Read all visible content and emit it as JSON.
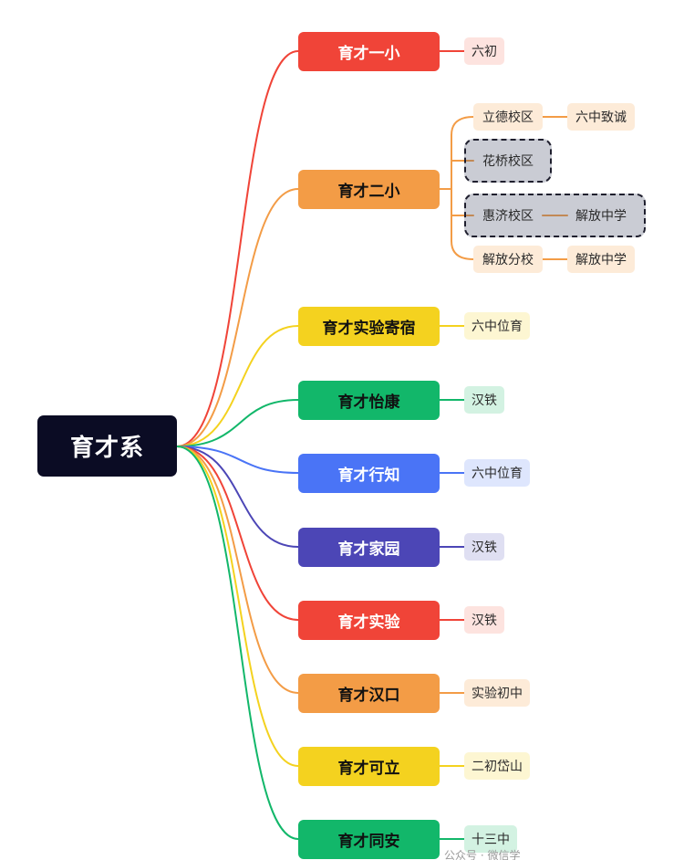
{
  "root": {
    "label": "育才系"
  },
  "branches": [
    {
      "label": "育才一小",
      "color": "#f04438",
      "leaf_bg": "#fde3df",
      "text": "#ffffff",
      "leaves": [
        {
          "label": "六初"
        }
      ]
    },
    {
      "label": "育才二小",
      "color": "#f39c46",
      "leaf_bg": "#fdebd8",
      "text": "#111111",
      "leaves": [
        {
          "label": "立德校区",
          "child": "六中致诚"
        },
        {
          "label": "花桥校区",
          "highlighted": true
        },
        {
          "label": "惠济校区",
          "child": "解放中学",
          "highlighted": true
        },
        {
          "label": "解放分校",
          "child": "解放中学"
        }
      ]
    },
    {
      "label": "育才实验寄宿",
      "color": "#f4d21f",
      "leaf_bg": "#fdf6d2",
      "text": "#111111",
      "leaves": [
        {
          "label": "六中位育"
        }
      ]
    },
    {
      "label": "育才怡康",
      "color": "#12b76a",
      "leaf_bg": "#d3f2e2",
      "text": "#111111",
      "leaves": [
        {
          "label": "汉铁"
        }
      ]
    },
    {
      "label": "育才行知",
      "color": "#4a74f6",
      "leaf_bg": "#dee6fd",
      "text": "#ffffff",
      "leaves": [
        {
          "label": "六中位育"
        }
      ]
    },
    {
      "label": "育才家园",
      "color": "#4c46b6",
      "leaf_bg": "#dfdff2",
      "text": "#ffffff",
      "leaves": [
        {
          "label": "汉铁"
        }
      ]
    },
    {
      "label": "育才实验",
      "color": "#f04438",
      "leaf_bg": "#fde3df",
      "text": "#ffffff",
      "leaves": [
        {
          "label": "汉铁"
        }
      ]
    },
    {
      "label": "育才汉口",
      "color": "#f39c46",
      "leaf_bg": "#fdebd8",
      "text": "#111111",
      "leaves": [
        {
          "label": "实验初中"
        }
      ]
    },
    {
      "label": "育才可立",
      "color": "#f4d21f",
      "leaf_bg": "#fdf6d2",
      "text": "#111111",
      "leaves": [
        {
          "label": "二初岱山"
        }
      ]
    },
    {
      "label": "育才同安",
      "color": "#12b76a",
      "leaf_bg": "#d3f2e2",
      "text": "#111111",
      "leaves": [
        {
          "label": "十三中"
        }
      ]
    }
  ],
  "root_color": "#0b0c24",
  "watermark": "公众号 · 微信学"
}
